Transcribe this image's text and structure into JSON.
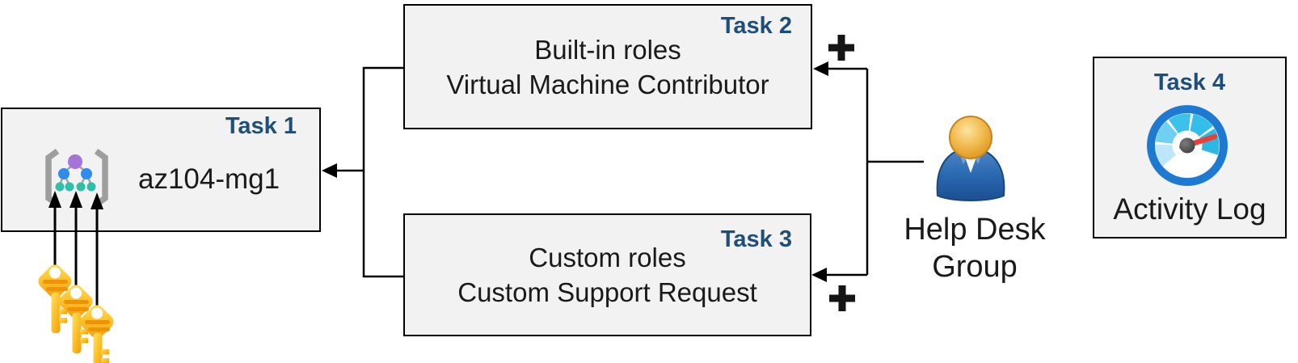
{
  "diagram": {
    "boxes": {
      "task1": {
        "tag": "Task 1",
        "label": "az104-mg1"
      },
      "task2": {
        "tag": "Task 2",
        "line1": "Built-in roles",
        "line2": "Virtual Machine Contributor"
      },
      "task3": {
        "tag": "Task 3",
        "line1": "Custom roles",
        "line2": "Custom Support Request"
      },
      "task4": {
        "tag": "Task 4",
        "caption": "Activity Log"
      }
    },
    "actor": {
      "label": "Help Desk Group"
    },
    "markers": {
      "plus_top": "+",
      "plus_bottom": "+"
    },
    "icons": [
      "management-group-icon",
      "key-icon",
      "person-icon",
      "activity-log-gauge-icon",
      "plus-icon",
      "arrow-icon"
    ],
    "edges": [
      {
        "from": "roles-junction",
        "to": "task1-az104-mg1",
        "style": "arrow"
      },
      {
        "from": "help-desk-group",
        "to": "task2-built-in-roles",
        "style": "arrow",
        "marker": "+"
      },
      {
        "from": "help-desk-group",
        "to": "task3-custom-roles",
        "style": "arrow",
        "marker": "+"
      },
      {
        "from": "key-1",
        "to": "task1-management-group",
        "style": "arrow"
      },
      {
        "from": "key-2",
        "to": "task1-management-group",
        "style": "arrow"
      },
      {
        "from": "key-3",
        "to": "task1-management-group",
        "style": "arrow"
      }
    ]
  },
  "colors": {
    "task_tag": "#1F4E79",
    "box_fill": "#F2F2F2",
    "box_border": "#000000",
    "text": "#1A1A1A",
    "connector": "#000000",
    "gauge_ring": "#1E7AD0",
    "needle_red": "#E8413A",
    "key_gold": "#F8B517",
    "key_stripe": "#EF9206",
    "person_blue": "#2A6CB8",
    "person_head_gold": "#E8A93B",
    "mg_purple": "#A673D6",
    "mg_blue": "#2F8CEB",
    "mg_teal": "#2DBFA8",
    "bracket_gray": "#9E9E9E"
  }
}
